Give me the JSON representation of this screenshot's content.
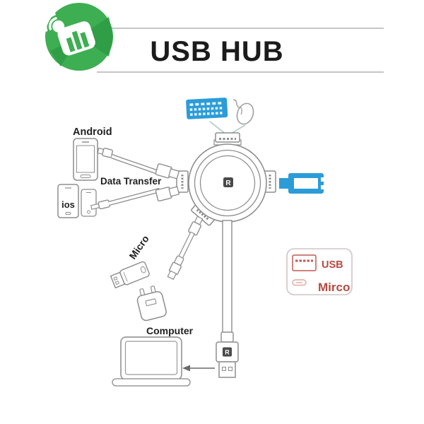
{
  "header": {
    "title": "USB HUB"
  },
  "labels": {
    "android": "Android",
    "data_transfer": "Data Transfer",
    "ios": "ios",
    "micro": "Micro",
    "computer": "Computer"
  },
  "legend": {
    "usb_label": "USB",
    "micro_label": "Mirco"
  },
  "hub": {
    "brand_mark": "R"
  },
  "icons": {
    "logo": "store-logo-icon",
    "keyboard": "keyboard-icon",
    "mouse": "mouse-icon",
    "flash_drive": "flash-drive-icon",
    "charger": "wall-charger-icon",
    "laptop": "laptop-icon",
    "arrow": "arrow-left-icon"
  },
  "colors": {
    "logo_green": "#3eae52",
    "logo_green_dark": "#2f9c45",
    "accent_blue": "#2b9cd8",
    "outline_gray": "#8d8d8d",
    "legend_red": "#c25a50",
    "legend_red_light": "#dcaaa1",
    "divider_gray": "#b3b3b3"
  }
}
